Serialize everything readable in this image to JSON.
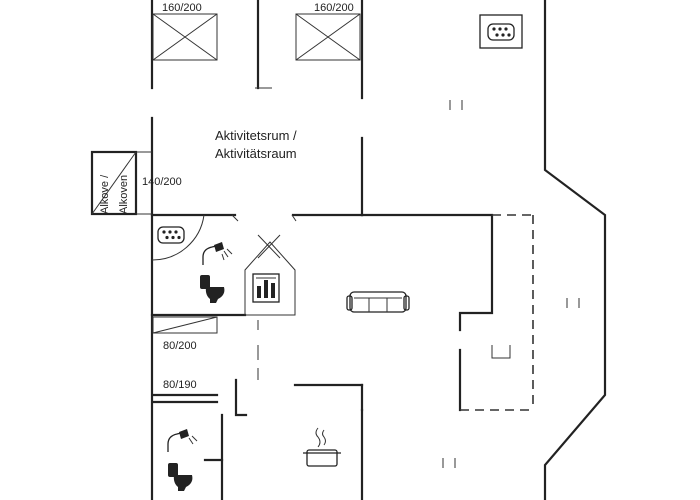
{
  "labels": {
    "bed_top_left": "160/200",
    "bed_top_mid": "160/200",
    "room_title_1": "Aktivitetsrum /",
    "room_title_2": "Aktivitätsraum",
    "alcove_1": "Alkove /",
    "alcove_2": "Alkoven",
    "alcove_bed": "140/200",
    "bed_small_1": "80/200",
    "bed_small_2": "80/190"
  },
  "icons": {
    "hot_tub": "hot-tub-icon",
    "shower": "shower-icon",
    "toilet": "toilet-icon",
    "sauna": "sauna-icon",
    "sofa": "sofa-icon",
    "cooking_pot": "cooking-pot-icon",
    "door_marker": "door-marker-icon"
  },
  "colors": {
    "line": "#222222",
    "background": "#ffffff"
  }
}
